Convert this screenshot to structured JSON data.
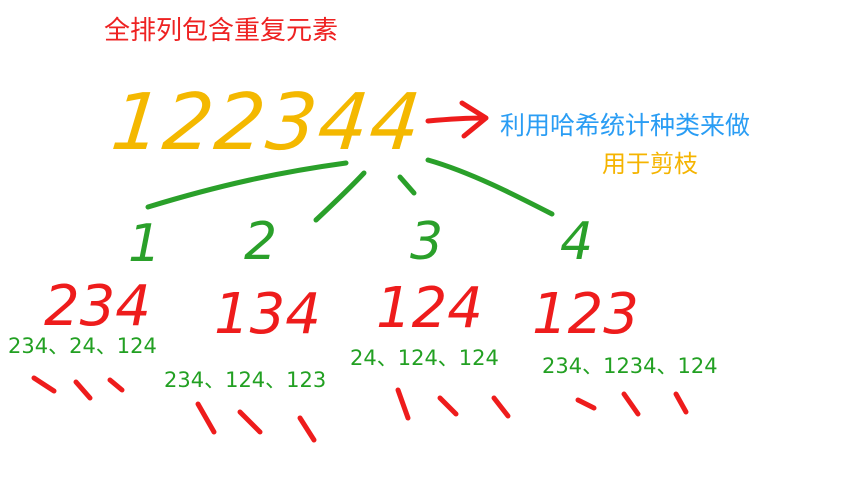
{
  "title": "全排列包含重复元素",
  "root_number": "122344",
  "note_line1": "利用哈希统计种类来做",
  "note_line2": "用于剪枝",
  "level1": [
    "1",
    "2",
    "3",
    "4"
  ],
  "level2": [
    "234",
    "134",
    "124",
    "123"
  ],
  "level3": [
    "234、24、124",
    "234、124、123",
    "24、124、124",
    "234、1234、124"
  ],
  "colors": {
    "title": "#ee2222",
    "root": "#f4b800",
    "arrow": "#ee1c1c",
    "note_line1": "#2a9df4",
    "note_line2": "#f5b400",
    "branches": "#2aa02a",
    "level2": "#ee1c1c",
    "level3": "#22a022",
    "strokes": "#ee1c1c"
  }
}
